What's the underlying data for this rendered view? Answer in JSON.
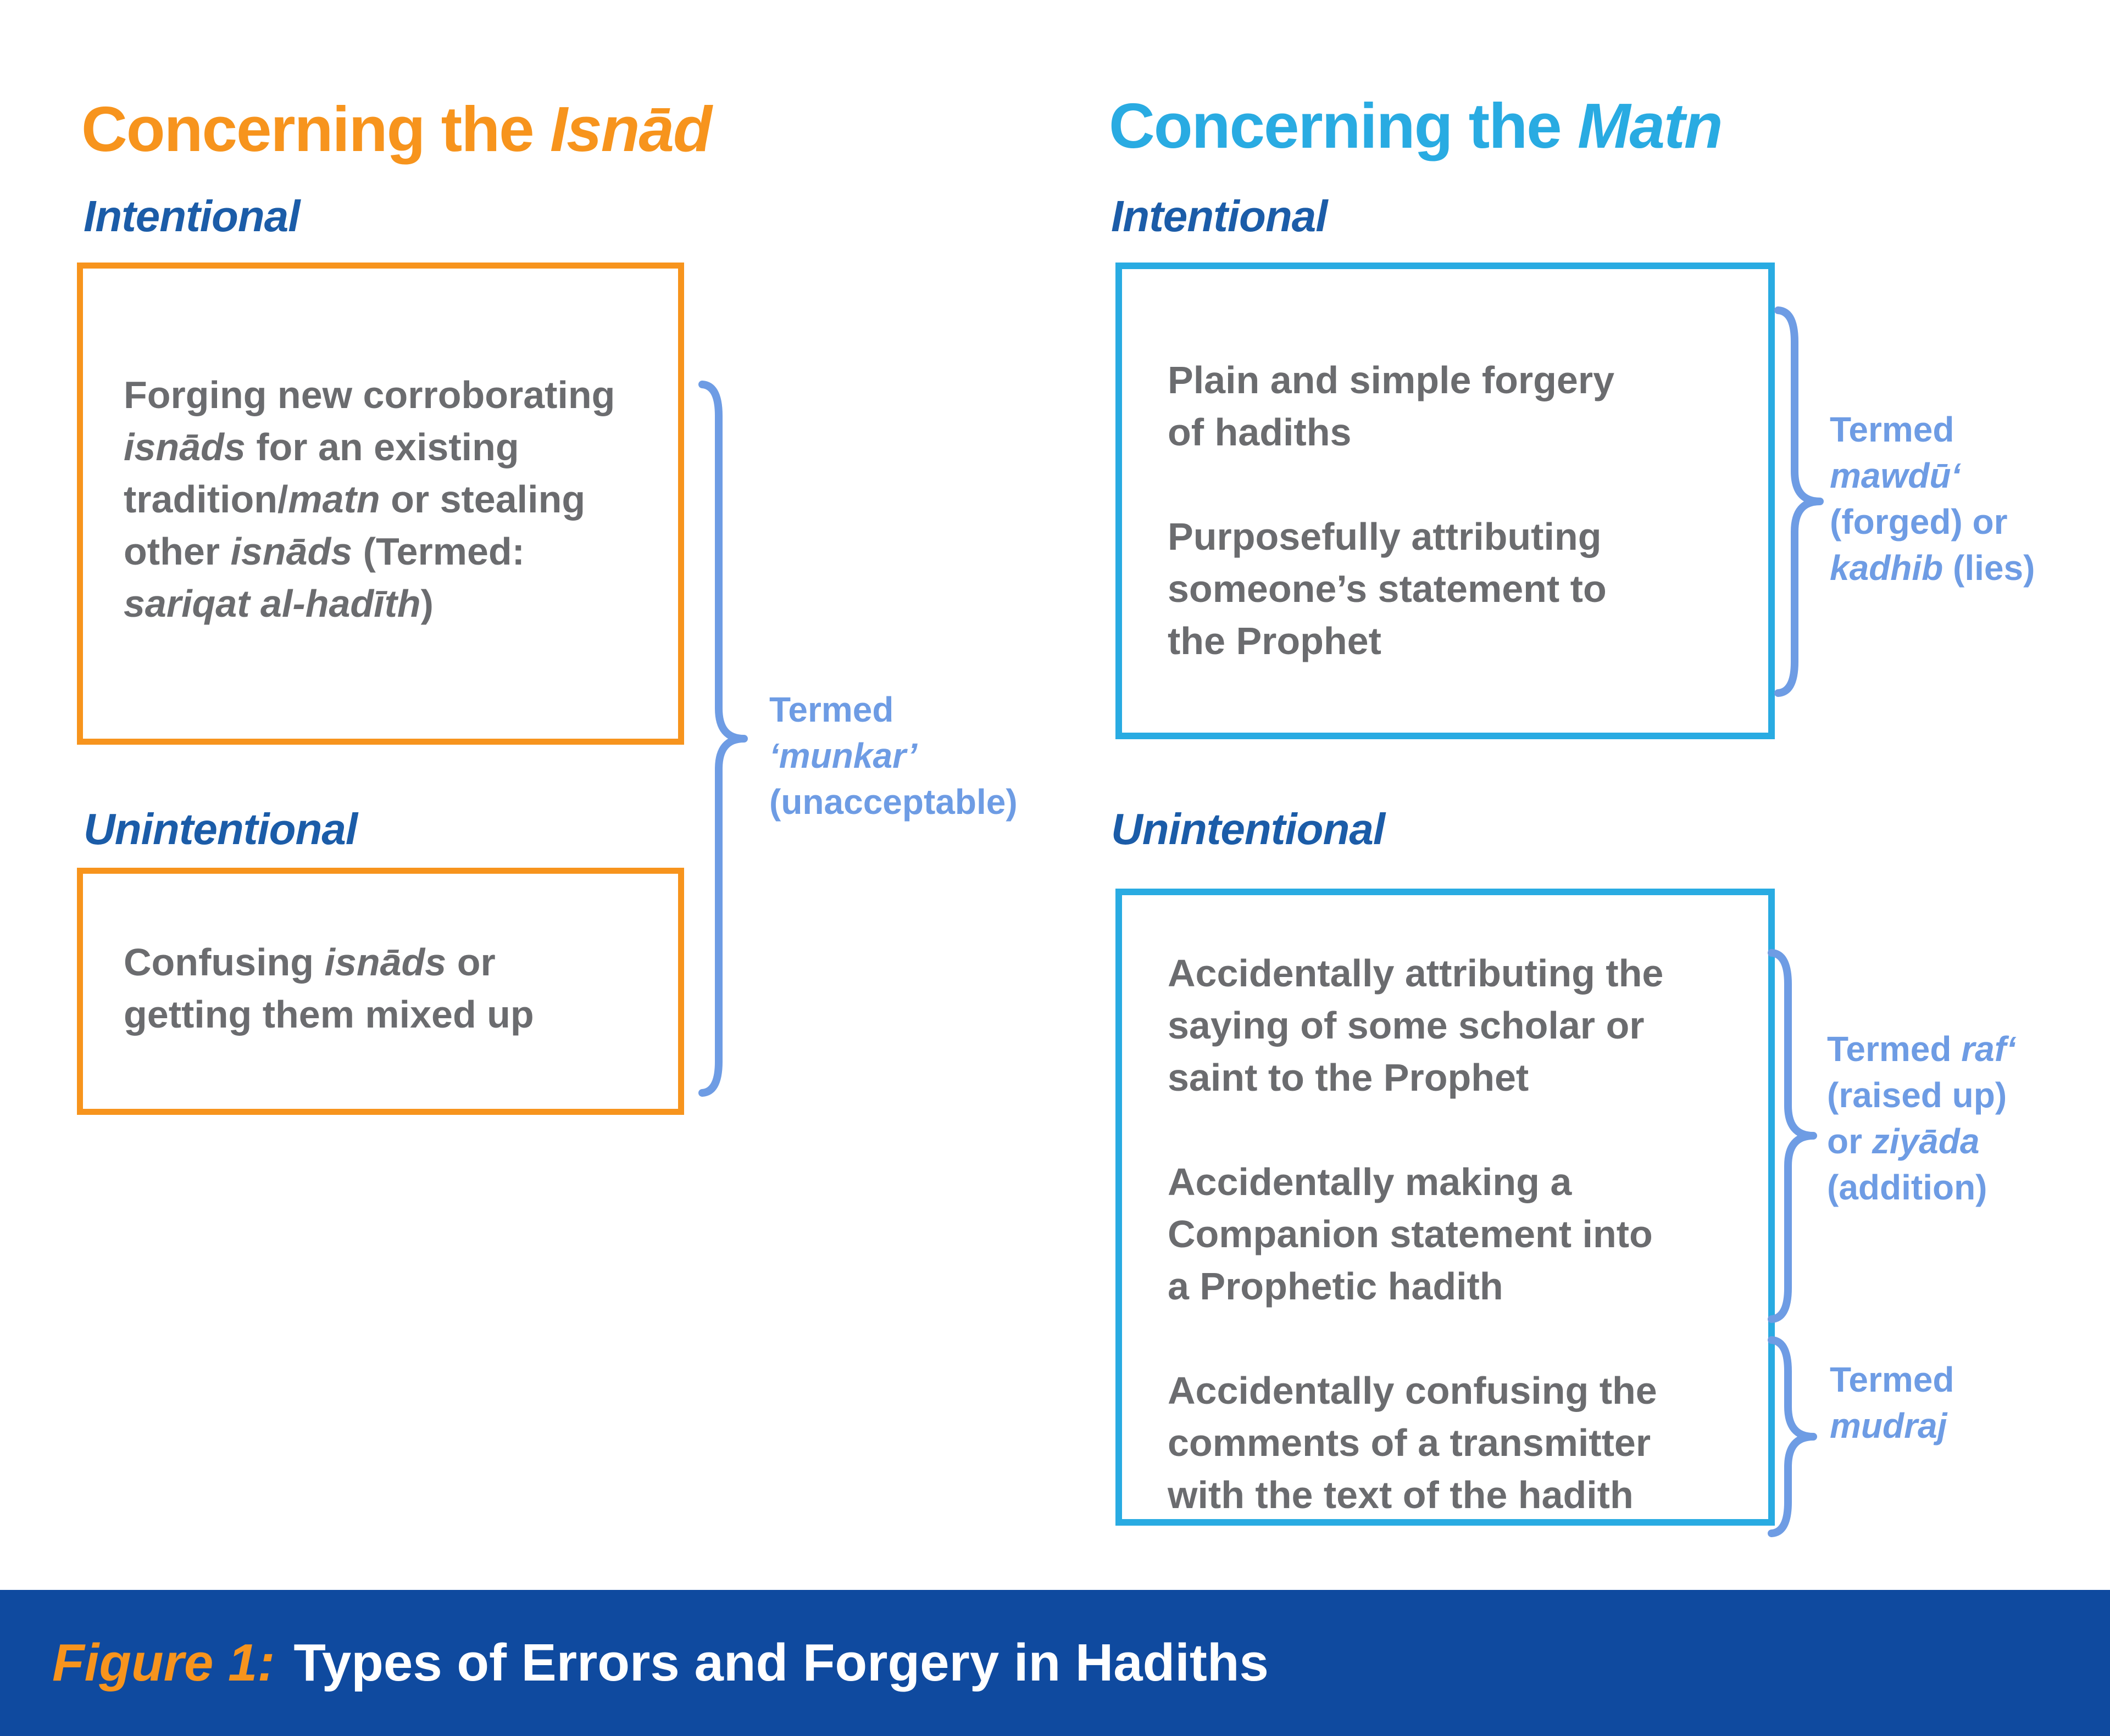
{
  "colors": {
    "orange": "#F7941D",
    "cyan": "#29ABE2",
    "dark_blue": "#1B5CA8",
    "body_gray": "#6B6C6F",
    "brace_blue": "#6E9CE4",
    "footer_bar_blue": "#0F4A9F"
  },
  "left_column": {
    "title": {
      "prefix": "Concerning the ",
      "italic_word": "Isnād"
    },
    "intentional_label": "Intentional",
    "unintentional_label": "Unintentional",
    "intentional_box": {
      "lines": [
        [
          {
            "t": "Forging new corroborating"
          }
        ],
        [
          {
            "t": "isnāds",
            "i": true
          },
          {
            "t": " for an existing"
          }
        ],
        [
          {
            "t": "tradition/"
          },
          {
            "t": "matn",
            "i": true
          },
          {
            "t": " or stealing"
          }
        ],
        [
          {
            "t": "other "
          },
          {
            "t": "isnāds",
            "i": true
          },
          {
            "t": " (Termed:"
          }
        ],
        [
          {
            "t": "sariqat al-hadīth",
            "i": true
          },
          {
            "t": ")"
          }
        ]
      ]
    },
    "unintentional_box": {
      "lines": [
        [
          {
            "t": "Confusing "
          },
          {
            "t": "isnāds",
            "i": true
          },
          {
            "t": " or"
          }
        ],
        [
          {
            "t": "getting them mixed up"
          }
        ]
      ]
    },
    "brace_label_munkar": {
      "lines": [
        [
          {
            "t": "Termed"
          }
        ],
        [
          {
            "t": "‘munkar’",
            "i": true
          }
        ],
        [
          {
            "t": "(unacceptable)"
          }
        ]
      ]
    }
  },
  "right_column": {
    "title": {
      "prefix": "Concerning the ",
      "italic_word": "Matn"
    },
    "intentional_label": "Intentional",
    "unintentional_label": "Unintentional",
    "intentional_box": {
      "lines": [
        [
          {
            "t": "Plain and simple forgery"
          }
        ],
        [
          {
            "t": "of hadiths"
          }
        ],
        [],
        [
          {
            "t": "Purposefully attributing"
          }
        ],
        [
          {
            "t": "someone’s statement to"
          }
        ],
        [
          {
            "t": "the Prophet"
          }
        ]
      ]
    },
    "unintentional_box": {
      "lines": [
        [
          {
            "t": "Accidentally attributing the"
          }
        ],
        [
          {
            "t": "saying of some scholar or"
          }
        ],
        [
          {
            "t": "saint to the Prophet"
          }
        ],
        [],
        [
          {
            "t": "Accidentally making a"
          }
        ],
        [
          {
            "t": "Companion statement into"
          }
        ],
        [
          {
            "t": "a Prophetic hadith"
          }
        ],
        [],
        [
          {
            "t": "Accidentally confusing the"
          }
        ],
        [
          {
            "t": "comments of a transmitter"
          }
        ],
        [
          {
            "t": "with the text of the hadith"
          }
        ]
      ]
    },
    "brace_label_mawdu": {
      "lines": [
        [
          {
            "t": "Termed"
          }
        ],
        [
          {
            "t": "mawdū‘",
            "i": true
          }
        ],
        [
          {
            "t": "(forged) or"
          }
        ],
        [
          {
            "t": "kadhib",
            "i": true
          },
          {
            "t": " (lies)"
          }
        ]
      ]
    },
    "brace_label_raf": {
      "lines": [
        [
          {
            "t": "Termed "
          },
          {
            "t": "raf‘",
            "i": true
          }
        ],
        [
          {
            "t": "(raised up)"
          }
        ],
        [
          {
            "t": "or "
          },
          {
            "t": "ziyāda",
            "i": true
          }
        ],
        [
          {
            "t": "(addition)"
          }
        ]
      ]
    },
    "brace_label_mudraj": {
      "lines": [
        [
          {
            "t": "Termed"
          }
        ],
        [
          {
            "t": "mudraj",
            "i": true
          }
        ]
      ]
    }
  },
  "footer": {
    "figure_label": "Figure 1:",
    "title": "Types of Errors and Forgery in Hadiths"
  }
}
